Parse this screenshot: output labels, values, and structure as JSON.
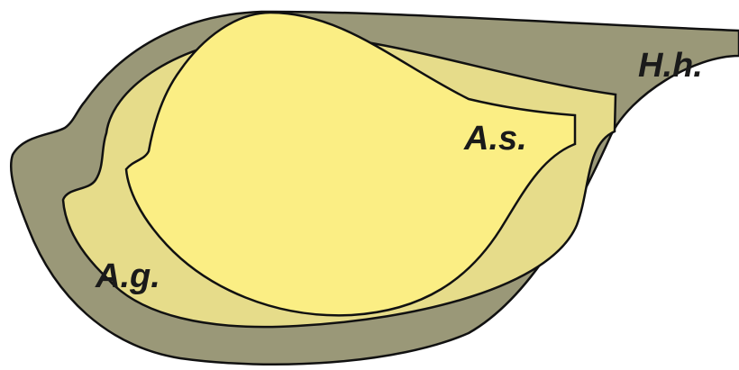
{
  "labels": {
    "outer": "H.h.",
    "middle": "A.g.",
    "inner": "A.s."
  },
  "colors": {
    "outer_fill": "#9a9878",
    "middle_fill": "#e6dc8a",
    "inner_fill": "#fbee84",
    "stroke": "#111111",
    "label": "#1a1a1a"
  }
}
